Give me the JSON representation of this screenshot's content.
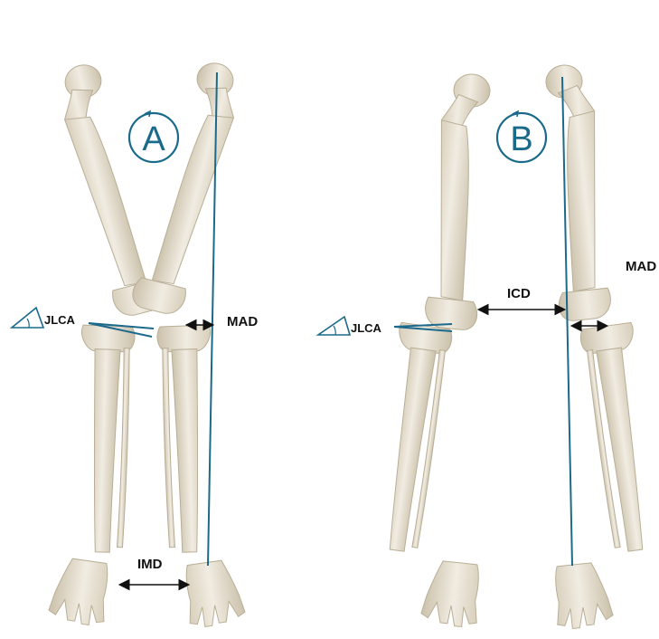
{
  "panels": [
    {
      "id": "A",
      "label": "A",
      "labels": {
        "jlca": "JLCA",
        "mad": "MAD",
        "imd": "IMD"
      }
    },
    {
      "id": "B",
      "label": "B",
      "labels": {
        "jlca": "JLCA",
        "icd": "ICD",
        "mad": "MAD"
      }
    }
  ],
  "colors": {
    "bone": "#e9e2d3",
    "bone_shade": "#cdc3ae",
    "axis_line": "#1b6a8c",
    "arrow": "#111111"
  }
}
